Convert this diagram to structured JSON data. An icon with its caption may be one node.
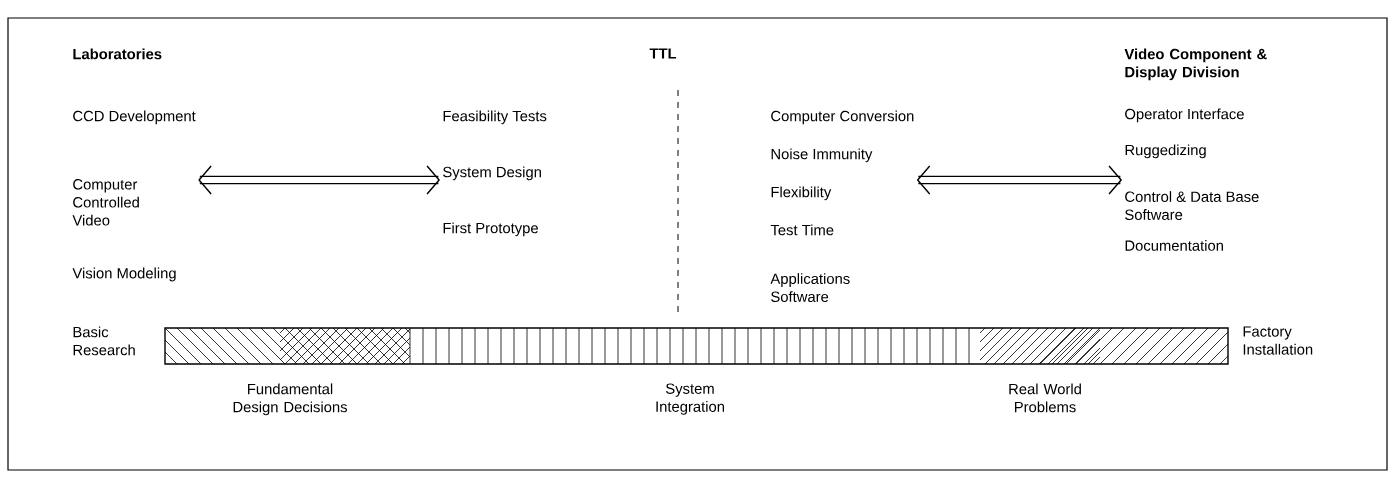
{
  "diagram": {
    "nodes": [
      {
        "text": [
          "CCD Development",
          "Computer Controlled Video",
          "Vision Modeling"
        ]
      },
      {
        "text": [
          "Feasibility Tests",
          "System Design",
          "First Prototype"
        ]
      },
      {
        "text": [
          "Computer Conversion",
          "Noise Immunity",
          "Flexibility",
          "Test Time",
          "Applications Software"
        ]
      },
      {
        "text": [
          "Operator Interface",
          "Ruggedizing",
          "Control & Data Base Software",
          "Documentation"
        ]
      }
    ],
    "edges": [
      {
        "from": 0,
        "to": 1,
        "arrow": "both"
      },
      {
        "from": 2,
        "to": 3,
        "arrow": "both"
      }
    ],
    "labels": [
      "Laboratories",
      "TTL",
      "Video Component & Display Division",
      "Basic Research",
      "Factory Installation",
      "Fundamental Design Decisions",
      "System Integration",
      "Real World Problems"
    ]
  }
}
